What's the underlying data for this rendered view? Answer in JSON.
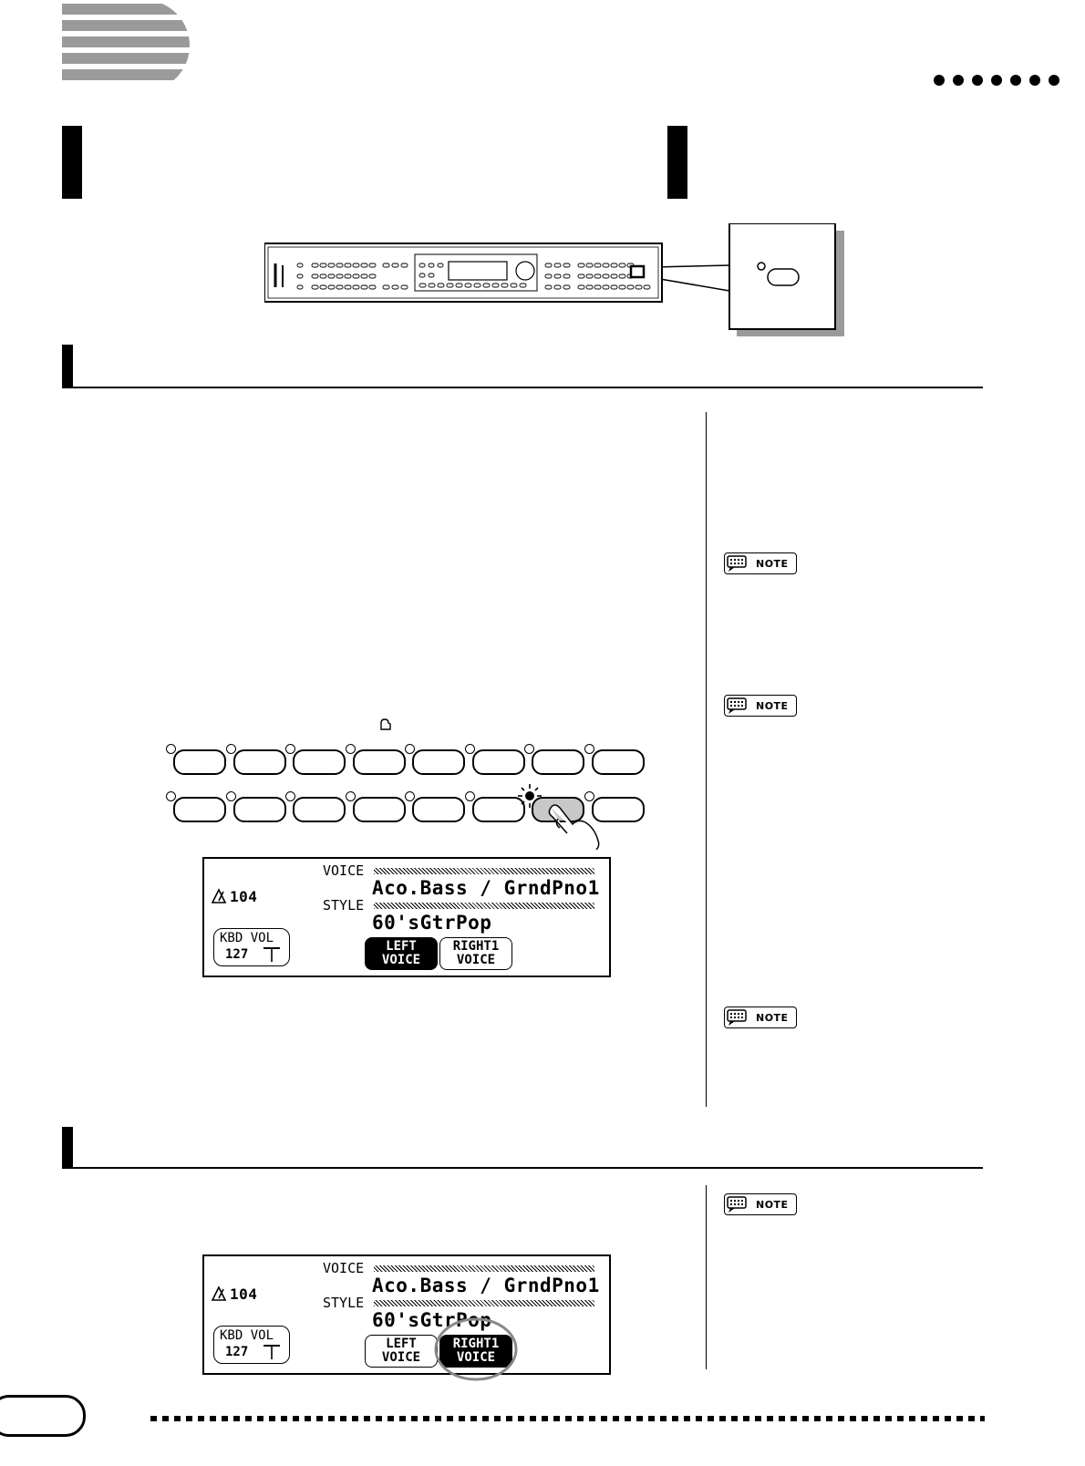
{
  "notes": {
    "badge_label": "NOTE"
  },
  "display_1": {
    "tempo": "104",
    "voice_label": "VOICE",
    "voice_value": "Aco.Bass  / GrndPno1",
    "style_label": "STYLE",
    "style_value": "60'sGtrPop",
    "kbd_vol_label": "KBD VOL",
    "kbd_vol_value": "127",
    "left_line1": "LEFT",
    "left_line2": "VOICE",
    "right_line1": "RIGHT1",
    "right_line2": "VOICE"
  },
  "display_2": {
    "tempo": "104",
    "voice_label": "VOICE",
    "voice_value": "Aco.Bass  / GrndPno1",
    "style_label": "STYLE",
    "style_value": "60'sGtrPop",
    "kbd_vol_label": "KBD VOL",
    "kbd_vol_value": "127",
    "left_line1": "LEFT",
    "left_line2": "VOICE",
    "right_line1": "RIGHT1",
    "right_line2": "VOICE"
  },
  "colors": {
    "stripe_gray": "#9a9a9a",
    "pressed_button": "#c8c8c8",
    "highlight_circle": "#888888"
  }
}
